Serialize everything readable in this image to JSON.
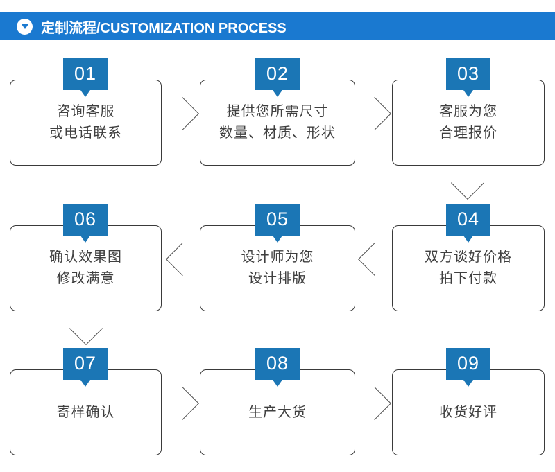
{
  "header": {
    "icon": "triangle-down-icon",
    "title": "定制流程/CUSTOMIZATION PROCESS",
    "background_color": "#1a79d0",
    "text_color": "#ffffff"
  },
  "theme": {
    "badge_color": "#1b76b5",
    "card_border_color": "#3a3a3a",
    "card_text_color": "#3f3f3f",
    "arrow_color": "#4a4a4a",
    "page_background": "#ffffff"
  },
  "steps": [
    {
      "number": "01",
      "text": "咨询客服\n或电话联系"
    },
    {
      "number": "02",
      "text": "提供您所需尺寸\n数量、材质、形状"
    },
    {
      "number": "03",
      "text": "客服为您\n合理报价"
    },
    {
      "number": "04",
      "text": "双方谈好价格\n拍下付款"
    },
    {
      "number": "05",
      "text": "设计师为您\n设计排版"
    },
    {
      "number": "06",
      "text": "确认效果图\n修改满意"
    },
    {
      "number": "07",
      "text": "寄样确认"
    },
    {
      "number": "08",
      "text": "生产大货"
    },
    {
      "number": "09",
      "text": "收货好评"
    }
  ],
  "connectors": [
    {
      "name": "arrow-01-to-02",
      "direction": "right"
    },
    {
      "name": "arrow-02-to-03",
      "direction": "right"
    },
    {
      "name": "arrow-03-to-04",
      "direction": "down"
    },
    {
      "name": "arrow-04-to-05",
      "direction": "left"
    },
    {
      "name": "arrow-05-to-06",
      "direction": "left"
    },
    {
      "name": "arrow-06-to-07",
      "direction": "down"
    },
    {
      "name": "arrow-07-to-08",
      "direction": "right"
    },
    {
      "name": "arrow-08-to-09",
      "direction": "right"
    }
  ]
}
